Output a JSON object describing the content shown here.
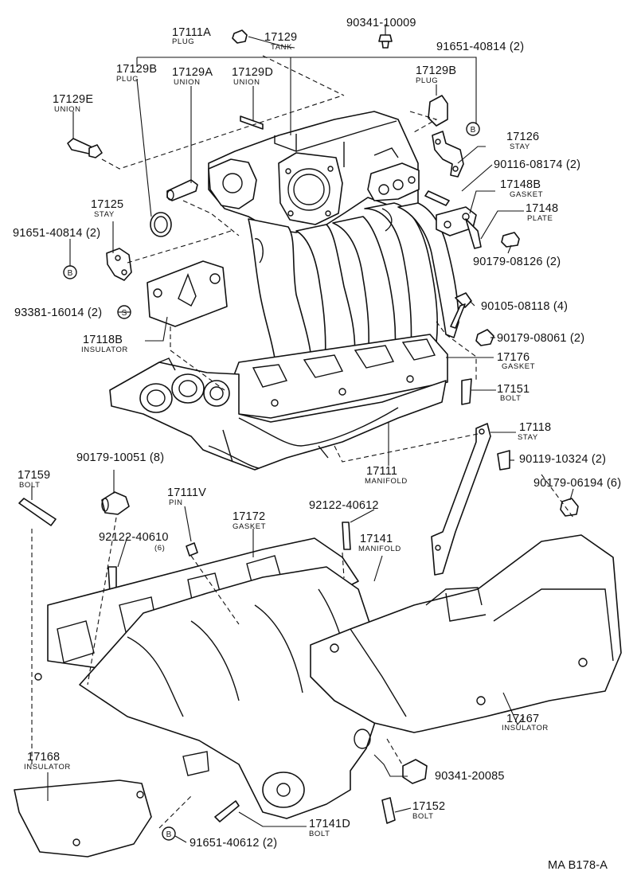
{
  "labels": {
    "p17111A": "17111A",
    "n17111A": "PLUG",
    "p17129": "17129",
    "n17129": "TANK",
    "p90341_10009": "90341-10009",
    "p91651_40814_a": "91651-40814 (2)",
    "p17129B_l": "17129B",
    "n17129B_l": "PLUG",
    "p17129A": "17129A",
    "n17129A": "UNION",
    "p17129D": "17129D",
    "n17129D": "UNION",
    "p17129B_r": "17129B",
    "n17129B_r": "PLUG",
    "p17129E": "17129E",
    "n17129E": "UNION",
    "p17126": "17126",
    "n17126": "STAY",
    "p90116": "90116-08174 (2)",
    "p17148B": "17148B",
    "n17148B": "GASKET",
    "p17148": "17148",
    "n17148": "PLATE",
    "p17125": "17125",
    "n17125": "STAY",
    "p91651_40814_b": "91651-40814 (2)",
    "p90179_08126": "90179-08126 (2)",
    "p93381": "93381-16014 (2)",
    "p90105": "90105-08118 (4)",
    "p17118B": "17118B",
    "n17118B": "INSULATOR",
    "p90179_08061": "90179-08061 (2)",
    "p17176": "17176",
    "n17176": "GASKET",
    "p17151": "17151",
    "n17151": "BOLT",
    "p17118": "17118",
    "n17118": "STAY",
    "p17111": "17111",
    "n17111": "MANIFOLD",
    "p90119": "90119-10324 (2)",
    "p90179_10051": "90179-10051 (8)",
    "p17159": "17159",
    "n17159": "BOLT",
    "p90179_06194": "90179-06194 (6)",
    "p17111V": "17111V",
    "n17111V": "PIN",
    "p17172": "17172",
    "n17172": "GASKET",
    "p92122_40612": "92122-40612",
    "p17141": "17141",
    "n17141": "MANIFOLD",
    "p92122_40610": "92122-40610",
    "q92122_40610": "(6)",
    "p17167": "17167",
    "n17167": "INSULATOR",
    "p17168": "17168",
    "n17168": "INSULATOR",
    "p90341_20085": "90341-20085",
    "p17152": "17152",
    "n17152": "BOLT",
    "p17141D": "17141D",
    "n17141D": "BOLT",
    "p91651_40612": "91651-40612 (2)",
    "code": "MA B178-A"
  },
  "symbols": {
    "b_marker": "B",
    "s_marker": "S"
  },
  "colors": {
    "ink": "#111111",
    "paper": "#ffffff"
  }
}
